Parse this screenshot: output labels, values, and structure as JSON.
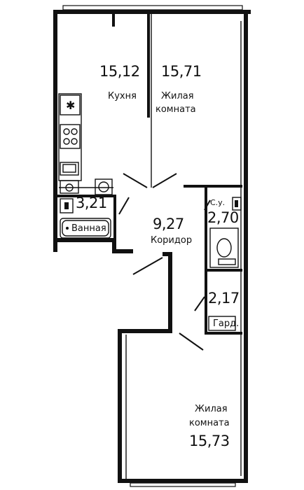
{
  "rooms": {
    "kitchen": {
      "area": "15,12",
      "name": "Кухня"
    },
    "living1": {
      "area": "15,71",
      "name_line1": "Жилая",
      "name_line2": "комната"
    },
    "bath": {
      "area": "3,21",
      "name": "Ванная"
    },
    "corridor": {
      "area": "9,27",
      "name": "Коридор"
    },
    "wc": {
      "area": "2,70",
      "name": "С.у."
    },
    "wardrobe": {
      "area": "2,17",
      "name": "Гард."
    },
    "living2": {
      "area": "15,73",
      "name_line1": "Жилая",
      "name_line2": "комната"
    }
  },
  "colors": {
    "wall": "#111111",
    "background": "#ffffff"
  },
  "icons": [
    "stove-icon",
    "sink-icon",
    "washing-machine-icon",
    "toilet-icon",
    "bathtub-icon",
    "range-hood-icon"
  ]
}
